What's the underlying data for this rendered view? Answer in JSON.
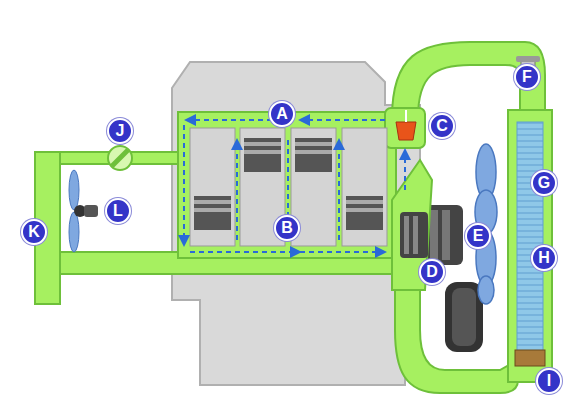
{
  "diagram": {
    "labels": [
      "A",
      "B",
      "C",
      "D",
      "E",
      "F",
      "G",
      "H",
      "I",
      "J",
      "K",
      "L"
    ]
  }
}
